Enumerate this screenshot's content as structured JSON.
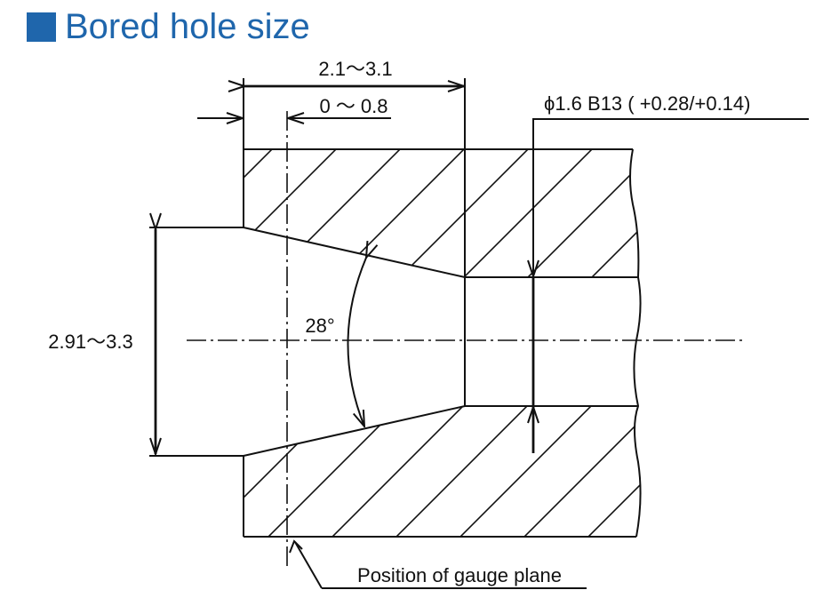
{
  "title": "Bored hole size",
  "colors": {
    "accent": "#1f66ac",
    "line": "#111111"
  },
  "dimensions": {
    "depth_range": "2.1～3.1",
    "gauge_offset": "0 ～ 0.8",
    "bore_diameter": "ϕ1.6  B13 ( +0.28/+0.14)",
    "entry_diameter": "2.91～3.3",
    "cone_angle": "28°"
  },
  "annotations": {
    "gauge_plane": "Position of gauge plane"
  }
}
